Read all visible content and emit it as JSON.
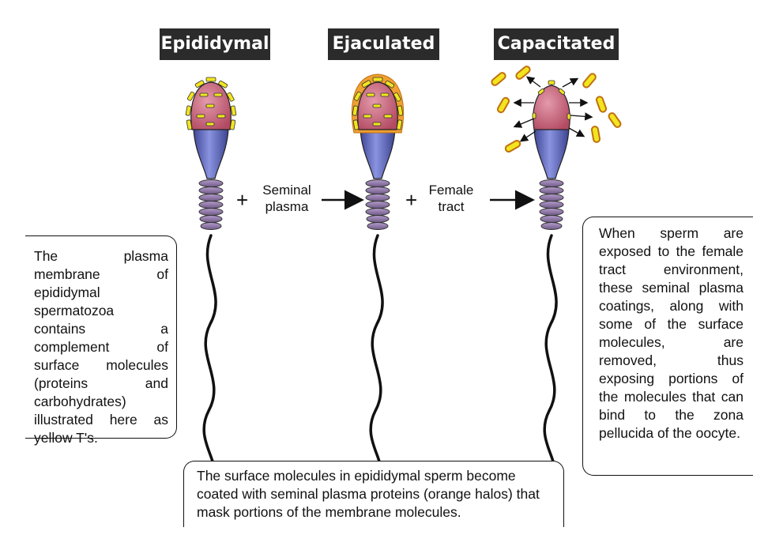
{
  "stages": [
    {
      "title": "Epididymal"
    },
    {
      "title": "Ejaculated"
    },
    {
      "title": "Capacitated"
    }
  ],
  "transitions": [
    {
      "plus": "+",
      "label_line1": "Seminal",
      "label_line2": "plasma"
    },
    {
      "plus": "+",
      "label_line1": "Female",
      "label_line2": "tract"
    }
  ],
  "callouts": {
    "left": "The plasma membrane of epididymal spermatozoa contains a complement of surface molecules (proteins and carbohydrates) illustrated here as yellow T's.",
    "right": "When sperm are exposed to the female tract environment, these seminal plasma coatings, along with some of the surface molecules, are removed, thus exposing portions of the molecules that can bind to the zona pellucida of the oocyte.",
    "bottom": "The surface molecules in epididymal sperm become coated with seminal plasma proteins (orange halos) that mask portions of the membrane molecules."
  },
  "colors": {
    "head_pink": "#c8647a",
    "midpiece_blue": "#5a62b8",
    "ring_purple": "#8a6fa0",
    "molecule_yellow": "#f2e51f",
    "halo_orange": "#f0a030"
  }
}
